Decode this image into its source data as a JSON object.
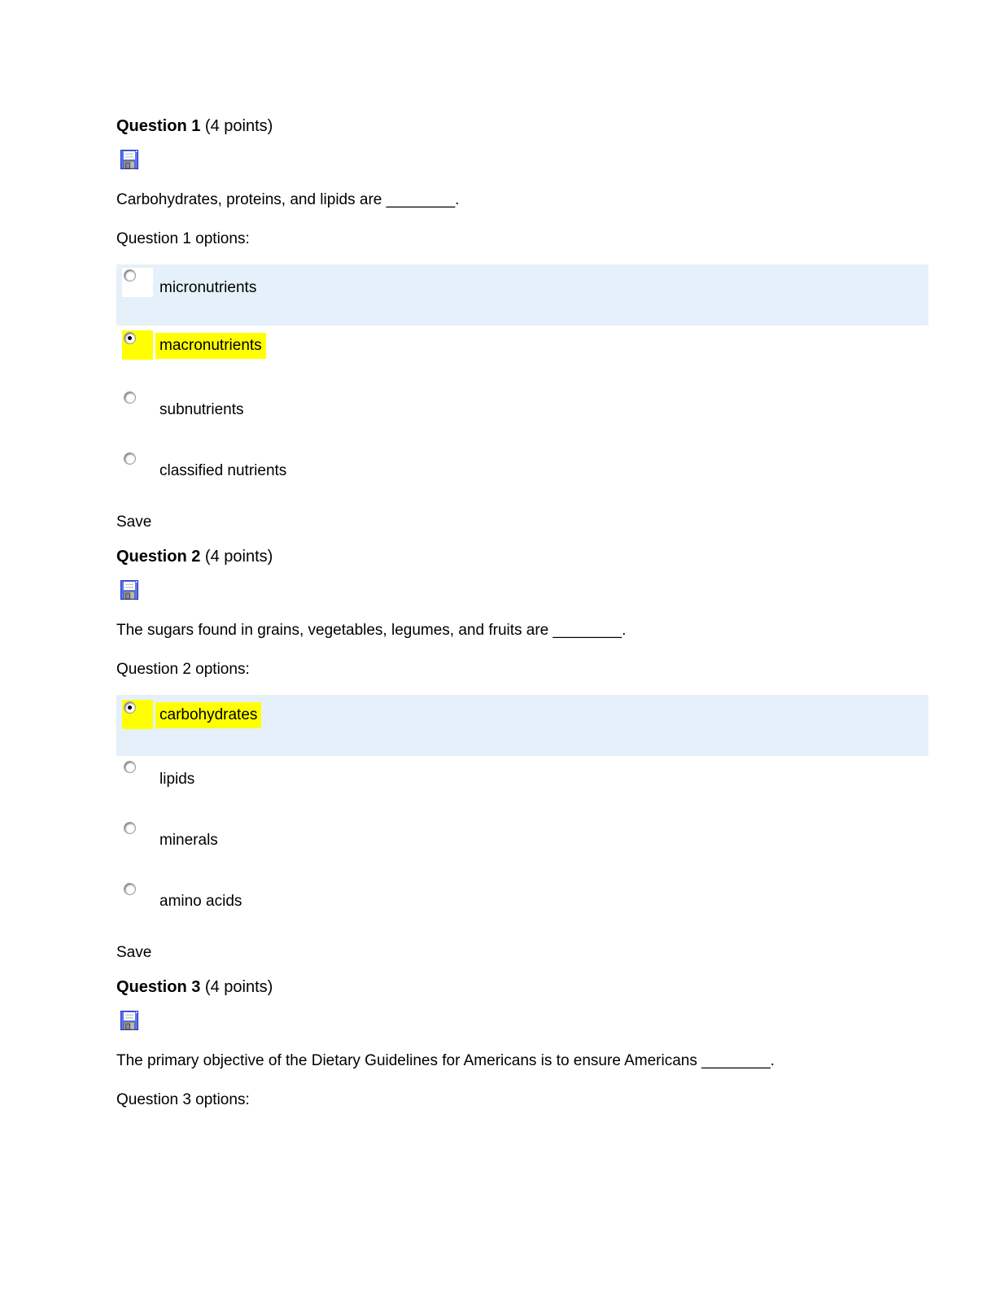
{
  "colors": {
    "row_highlight_blue": "#e5f0fa",
    "selection_yellow": "#ffff00",
    "page_background": "#ffffff",
    "text": "#000000",
    "disk_icon_blue": "#5a74ee"
  },
  "icons": {
    "save_disk": "floppy-disk-save-icon"
  },
  "questions": [
    {
      "title": "Question 1",
      "points": "(4 points)",
      "text": "Carbohydrates, proteins, and lipids are ________.",
      "options_label": "Question 1 options:",
      "save_label": "Save",
      "options": [
        {
          "label": "micronutrients",
          "selected": false,
          "highlighted_row": true
        },
        {
          "label": "macronutrients",
          "selected": true,
          "highlighted_row": false
        },
        {
          "label": "subnutrients",
          "selected": false,
          "highlighted_row": false
        },
        {
          "label": "classified nutrients",
          "selected": false,
          "highlighted_row": false
        }
      ]
    },
    {
      "title": "Question 2",
      "points": "(4 points)",
      "text": "The sugars found in grains, vegetables, legumes, and fruits are ________.",
      "options_label": "Question 2 options:",
      "save_label": "Save",
      "options": [
        {
          "label": "carbohydrates",
          "selected": true,
          "highlighted_row": true
        },
        {
          "label": "lipids",
          "selected": false,
          "highlighted_row": false
        },
        {
          "label": "minerals",
          "selected": false,
          "highlighted_row": false
        },
        {
          "label": "amino acids",
          "selected": false,
          "highlighted_row": false
        }
      ]
    },
    {
      "title": "Question 3",
      "points": "(4 points)",
      "text": "The primary objective of the Dietary Guidelines for Americans is to ensure Americans ________.",
      "options_label": "Question 3 options:",
      "options": []
    }
  ]
}
